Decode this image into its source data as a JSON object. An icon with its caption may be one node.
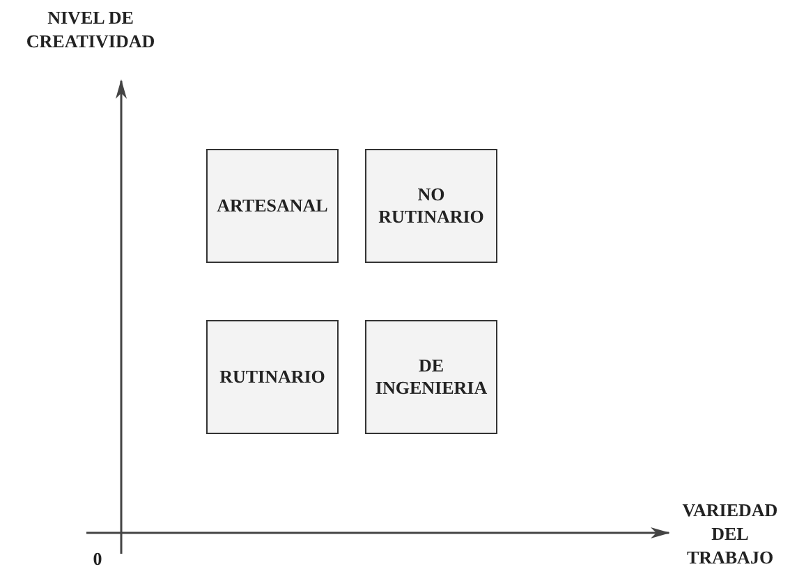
{
  "diagram": {
    "nodes": [
      {
        "text": [
          "ARTESANAL"
        ]
      },
      {
        "text": [
          "NO RUTINARIO"
        ]
      },
      {
        "text": [
          "RUTINARIO"
        ]
      },
      {
        "text": [
          "DE INGENIERIA"
        ]
      }
    ],
    "labels": [
      "NIVEL DE CREATIVIDAD",
      "VARIEDAD DEL TRABAJO",
      "0"
    ]
  }
}
